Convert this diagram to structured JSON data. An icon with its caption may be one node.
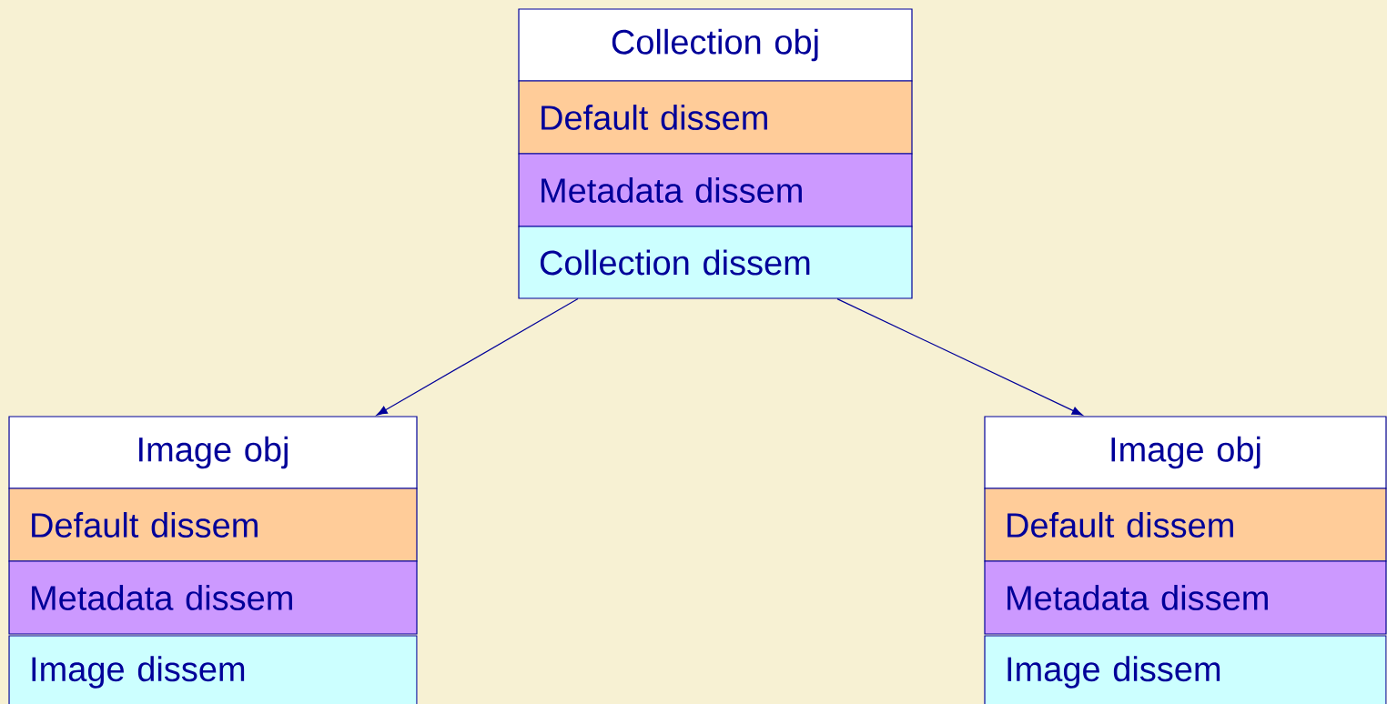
{
  "diagram": {
    "nodes": [
      {
        "text": [
          "Collection obj"
        ]
      },
      {
        "text": [
          "Default dissem"
        ]
      },
      {
        "text": [
          "Metadata dissem"
        ]
      },
      {
        "text": [
          "Collection dissem"
        ]
      },
      {
        "text": [
          "Image obj"
        ]
      },
      {
        "text": [
          "Default dissem"
        ]
      },
      {
        "text": [
          "Metadata dissem"
        ]
      },
      {
        "text": [
          "Image dissem"
        ]
      },
      {
        "text": [
          "Image obj"
        ]
      },
      {
        "text": [
          "Default dissem"
        ]
      },
      {
        "text": [
          "Metadata dissem"
        ]
      },
      {
        "text": [
          "Image dissem"
        ]
      }
    ],
    "edges": [
      {
        "from": 3,
        "to": 4,
        "arrow": "to"
      },
      {
        "from": 3,
        "to": 8,
        "arrow": "to"
      }
    ]
  }
}
